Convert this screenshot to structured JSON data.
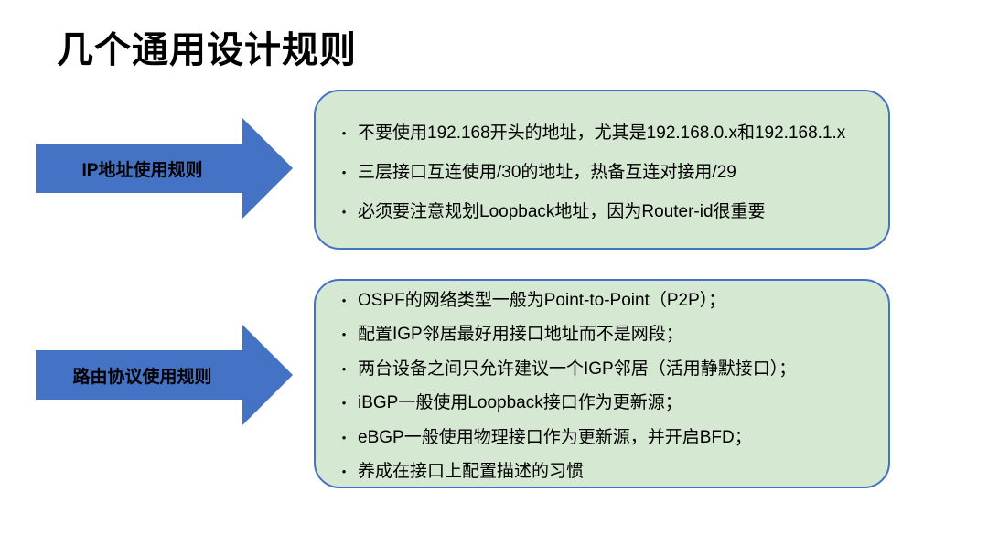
{
  "title": "几个通用设计规则",
  "colors": {
    "arrow_fill": "#4472C4",
    "box_fill": "#D5E8D2",
    "box_border": "#4472C4",
    "text": "#000000"
  },
  "sections": [
    {
      "arrow_label": "IP地址使用规则",
      "bullets": [
        "不要使用192.168开头的地址，尤其是192.168.0.x和192.168.1.x",
        "三层接口互连使用/30的地址，热备互连对接用/29",
        "必须要注意规划Loopback地址，因为Router-id很重要"
      ]
    },
    {
      "arrow_label": "路由协议使用规则",
      "bullets": [
        "OSPF的网络类型一般为Point-to-Point（P2P）；",
        "配置IGP邻居最好用接口地址而不是网段；",
        "两台设备之间只允许建议一个IGP邻居（活用静默接口）；",
        "iBGP一般使用Loopback接口作为更新源；",
        "eBGP一般使用物理接口作为更新源，并开启BFD；",
        "养成在接口上配置描述的习惯"
      ]
    }
  ],
  "bullet_glyph": "•"
}
